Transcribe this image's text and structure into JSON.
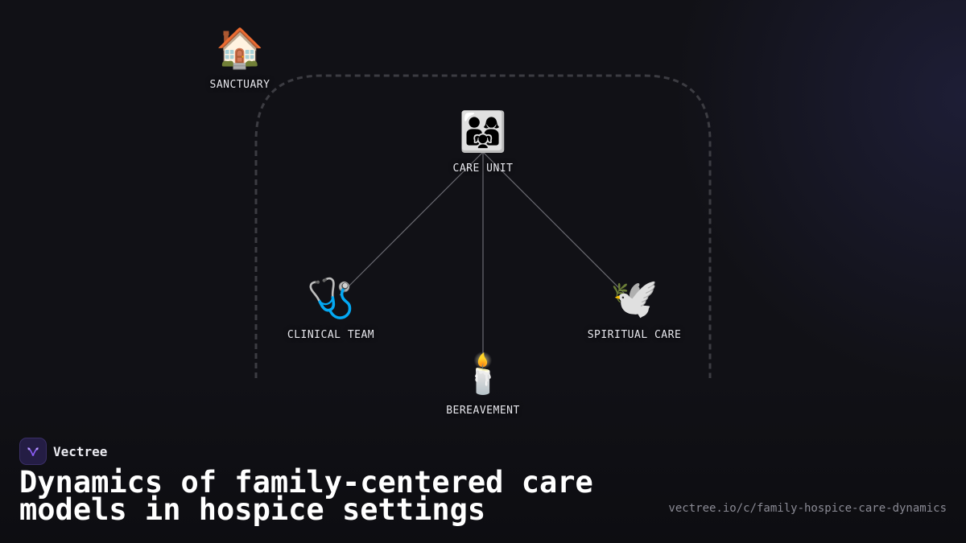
{
  "diagram": {
    "nodes": [
      {
        "id": "sanctuary",
        "icon": "house-icon",
        "glyph": "🏠",
        "label": "SANCTUARY"
      },
      {
        "id": "care_unit",
        "icon": "family-icon",
        "glyph": "👨‍👩‍👧",
        "label": "CARE UNIT"
      },
      {
        "id": "clinical_team",
        "icon": "stethoscope-icon",
        "glyph": "🩺",
        "label": "CLINICAL TEAM"
      },
      {
        "id": "spiritual_care",
        "icon": "dove-icon",
        "glyph": "🕊️",
        "label": "SPIRITUAL CARE"
      },
      {
        "id": "bereavement",
        "icon": "candle-icon",
        "glyph": "🕯️",
        "label": "BEREAVEMENT"
      }
    ],
    "edges": [
      {
        "from": "care_unit",
        "to": "clinical_team"
      },
      {
        "from": "care_unit",
        "to": "spiritual_care"
      },
      {
        "from": "care_unit",
        "to": "bereavement"
      }
    ],
    "colors": {
      "background": "#111116",
      "edge": "#6b6b72",
      "boundary": "#3c3c42"
    }
  },
  "brand": {
    "name": "Vectree",
    "logo_icon": "vectree-logo-icon",
    "accent": "#8b5cf6"
  },
  "title": "Dynamics of family-centered care models in hospice settings",
  "url": "vectree.io/c/family-hospice-care-dynamics"
}
